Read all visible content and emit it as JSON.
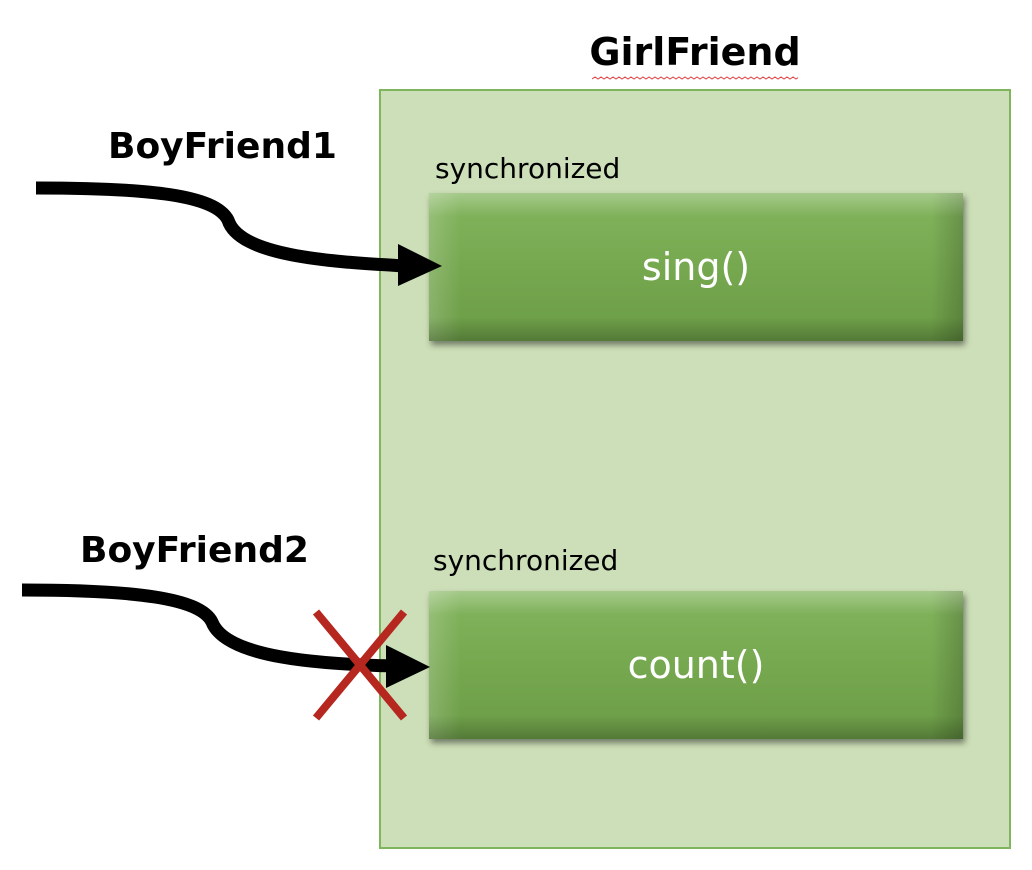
{
  "object": {
    "name": "GirlFriend"
  },
  "threads": [
    {
      "name": "BoyFriend1",
      "status": "entering"
    },
    {
      "name": "BoyFriend2",
      "status": "blocked"
    }
  ],
  "methods": [
    {
      "modifier": "synchronized",
      "name": "sing()"
    },
    {
      "modifier": "synchronized",
      "name": "count()"
    }
  ],
  "colors": {
    "container_fill": "#cddfb8",
    "container_border": "#7fb55c",
    "method_fill": "#76a850",
    "arrow": "#000000",
    "blocked_mark": "#b5271f"
  },
  "icons": {
    "blocked": "x-mark-icon"
  }
}
